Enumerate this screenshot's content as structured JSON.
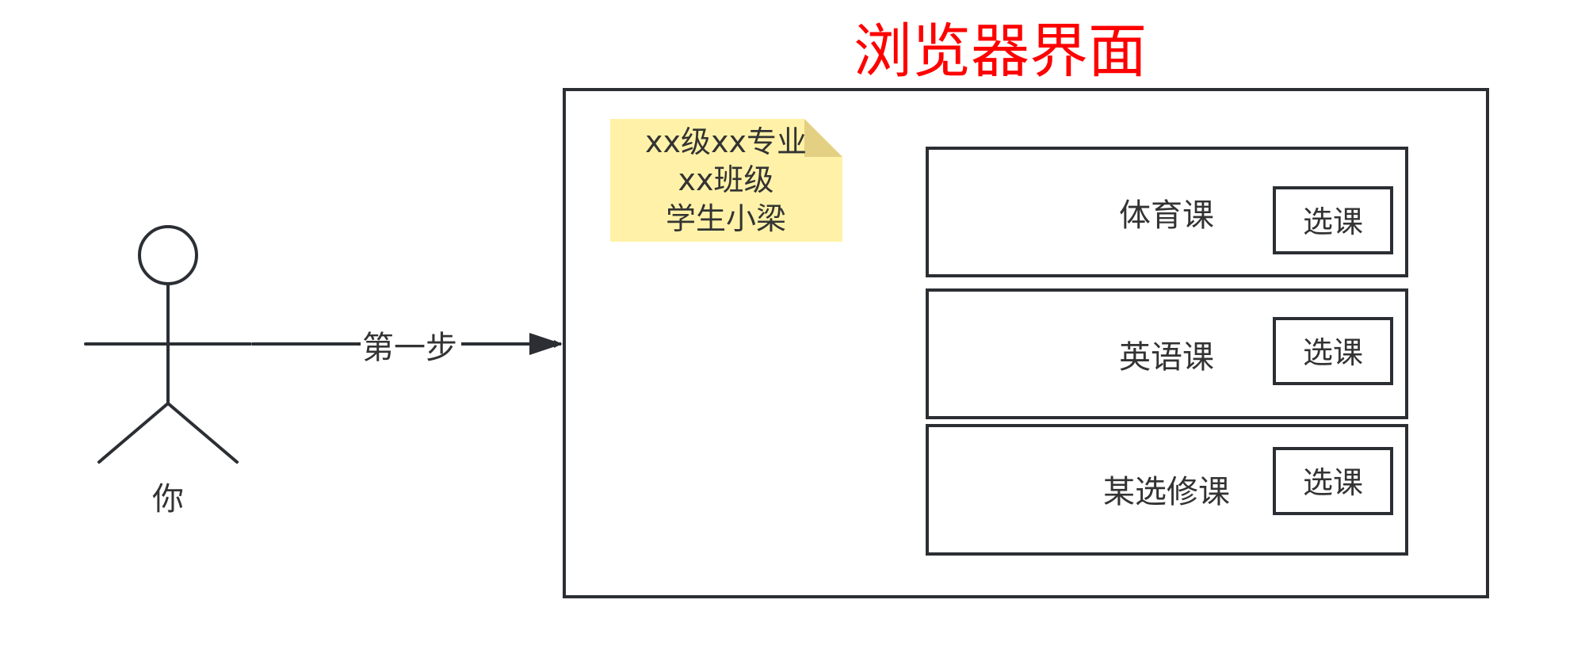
{
  "title": "浏览器界面",
  "actor": {
    "label": "你"
  },
  "edge": {
    "label": "第一步"
  },
  "note": {
    "lines": [
      "xx级xx专业",
      "xx班级",
      "学生小梁"
    ]
  },
  "courses": [
    {
      "name": "体育课",
      "button": "选课"
    },
    {
      "name": "英语课",
      "button": "选课"
    },
    {
      "name": "某选修课",
      "button": "选课"
    }
  ],
  "colors": {
    "title": "#ff0000",
    "stroke": "#2b2f33",
    "note_fill": "#fff2a8",
    "note_fold": "#e3d083"
  }
}
